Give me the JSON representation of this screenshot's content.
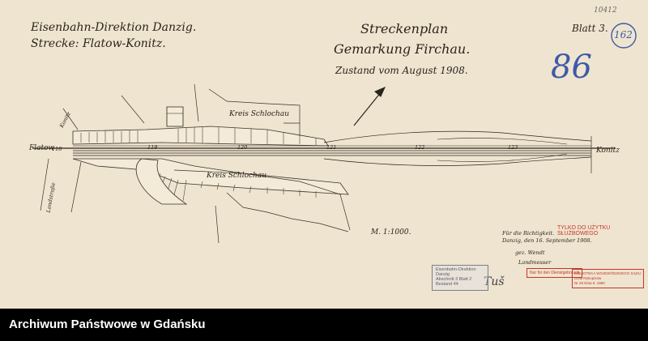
{
  "header": {
    "directorate": "Eisenbahn-Direktion Danzig.",
    "route": "Strecke: Flatow-Konitz.",
    "title": "Streckenplan",
    "subtitle": "Gemarkung Firchau.",
    "status_date": "Zustand vom August 1908.",
    "sheet_label": "Blatt 3.",
    "archive_number_top": "10412",
    "archive_number_circle": "162",
    "archive_number_large": "86"
  },
  "map": {
    "left_station": "Flatow",
    "right_station": "Konitz",
    "district_upper": "Kreis Schlochau",
    "district_lower": "Kreis Schlochau",
    "road_label_left": "Konitz",
    "road_label_lower_left": "Landstraße",
    "scale": "M. 1:1000.",
    "chainage": [
      "118",
      "119",
      "120",
      "121",
      "122",
      "123"
    ]
  },
  "notes": {
    "certification_1": "Für die Richtigkeit.",
    "certification_2": "Danzig, den 16. September 1908.",
    "certification_3": "gez. Wendt",
    "certification_4": "Landmesser",
    "signature": "Tuš"
  },
  "stamps": {
    "service_use": "TYLKO DO UŻYTKU SŁUŻBOWEGO",
    "box_stamp_line1": "Eisenbahn-Direktion Danzig",
    "box_stamp_line2": "Abschnitt 3   Blatt 2",
    "box_stamp_line3": "Bestand 44",
    "small_red_stamp": "Nur für den Dienstgebrauch",
    "archive_stamp_line1": "BIBLIOTEKA WOJEWÓDZKIEGO SĄDU",
    "archive_stamp_line2": "Dział Rękopisów",
    "archive_stamp_line3": "Nr 28    Dnia 6.    1960"
  },
  "footer": {
    "institution": "Archiwum Państwowe w Gdańsku"
  }
}
